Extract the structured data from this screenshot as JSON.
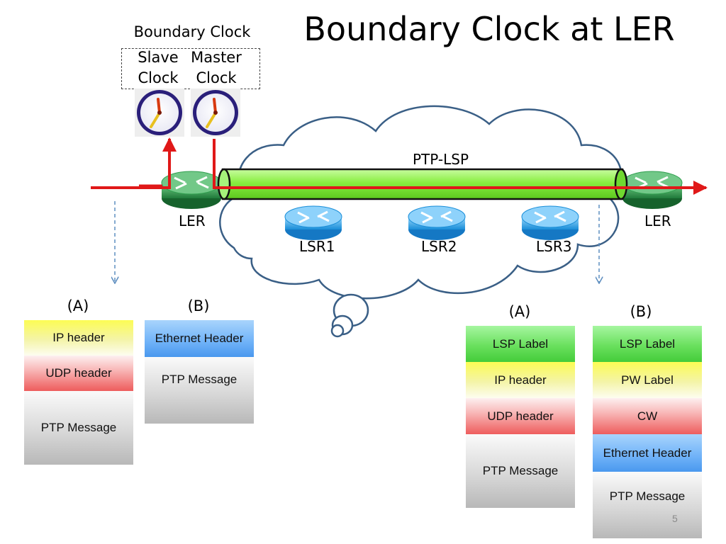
{
  "title": "Boundary Clock at LER",
  "boundary_clock": {
    "label": "Boundary Clock",
    "slave_clock": "Slave\nClock",
    "master_clock": "Master\nClock"
  },
  "network": {
    "tunnel_label": "PTP-LSP",
    "ler_left": "LER",
    "ler_right": "LER",
    "lsr1": "LSR1",
    "lsr2": "LSR2",
    "lsr3": "LSR3"
  },
  "left_stacks": [
    {
      "tag": "(A)",
      "cells": [
        "IP header",
        "UDP header",
        "PTP Message"
      ]
    },
    {
      "tag": "(B)",
      "cells": [
        "Ethernet Header",
        "PTP Message"
      ]
    }
  ],
  "right_stacks": [
    {
      "tag": "(A)",
      "cells": [
        "LSP Label",
        "IP header",
        "UDP header",
        "PTP Message"
      ]
    },
    {
      "tag": "(B)",
      "cells": [
        "LSP Label",
        "PW Label",
        "CW",
        "Ethernet Header",
        "PTP Message"
      ]
    }
  ],
  "colors": {
    "flow_arrow": "#e01818",
    "tunnel_fill": "#88ee40",
    "cloud_stroke": "#3a5f86",
    "ler_router": "#2f9e4e",
    "lsr_router": "#2aa4e8",
    "dashed_arrow": "#5f8fc0"
  },
  "page_number": "5"
}
